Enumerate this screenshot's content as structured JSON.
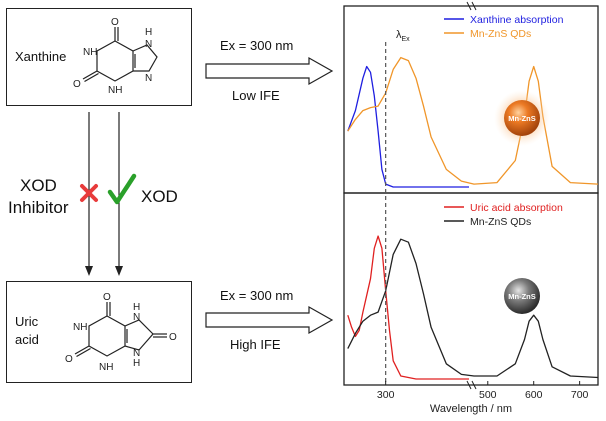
{
  "top_box": {
    "label": "Xanthine"
  },
  "bottom_box": {
    "label_line1": "Uric",
    "label_line2": "acid"
  },
  "top_arrow": {
    "ex_label": "Ex = 300 nm",
    "ife_label": "Low IFE"
  },
  "bottom_arrow": {
    "ex_label": "Ex = 300 nm",
    "ife_label": "High IFE"
  },
  "middle": {
    "inhibitor_line1": "XOD",
    "inhibitor_line2": "Inhibitor",
    "xod_label": "XOD"
  },
  "atoms": {
    "O": "O",
    "NH": "NH",
    "N": "N",
    "H": "H"
  },
  "particle_labels": {
    "top": "Mn-ZnS",
    "bottom": "Mn-ZnS"
  },
  "colors": {
    "absorption_top": "#1f1fe0",
    "absorption_bottom": "#e02020",
    "qd_top": "#f0962a",
    "qd_bottom": "#222222",
    "cross": "#e83b3b",
    "check": "#2aa02a",
    "orange_particle": "#e86a1c",
    "grey_particle": "#555555"
  },
  "chart_data": {
    "type": "line",
    "xlabel": "Wavelength / nm",
    "x_ticks": [
      "300",
      "500",
      "600",
      "700"
    ],
    "excitation_label": "λ",
    "excitation_sub": "Ex",
    "excitation_nm": 300,
    "panels": [
      {
        "position": "top",
        "series": [
          {
            "name": "Xanthine absorption",
            "color": "#1f1fe0",
            "x": [
              250,
              260,
              270,
              275,
              280,
              285,
              290,
              295,
              300,
              310,
              320,
              340,
              380,
              410
            ],
            "y": [
              0.38,
              0.52,
              0.74,
              0.82,
              0.78,
              0.62,
              0.38,
              0.12,
              0.02,
              0.0,
              0.0,
              0.0,
              0.0,
              0.0
            ]
          },
          {
            "name": "Mn-ZnS QDs",
            "color": "#f0962a",
            "x": [
              250,
              260,
              270,
              280,
              290,
              300,
              310,
              320,
              330,
              340,
              350,
              360,
              380,
              400,
              470,
              520,
              560,
              580,
              590,
              600,
              610,
              620,
              640,
              680,
              740
            ],
            "y": [
              0.38,
              0.46,
              0.52,
              0.54,
              0.55,
              0.64,
              0.8,
              0.88,
              0.86,
              0.74,
              0.55,
              0.34,
              0.12,
              0.04,
              0.02,
              0.03,
              0.18,
              0.48,
              0.72,
              0.82,
              0.72,
              0.48,
              0.14,
              0.03,
              0.02
            ]
          }
        ]
      },
      {
        "position": "bottom",
        "series": [
          {
            "name": "Uric acid absorption",
            "color": "#e02020",
            "x": [
              250,
              255,
              260,
              265,
              270,
              280,
              285,
              290,
              295,
              300,
              305,
              310,
              320,
              340,
              380,
              410
            ],
            "y": [
              0.42,
              0.34,
              0.28,
              0.32,
              0.44,
              0.66,
              0.86,
              0.94,
              0.86,
              0.58,
              0.32,
              0.12,
              0.02,
              0.0,
              0.0,
              0.0
            ]
          },
          {
            "name": "Mn-ZnS QDs",
            "color": "#222222",
            "x": [
              250,
              260,
              270,
              280,
              290,
              300,
              310,
              320,
              330,
              340,
              350,
              360,
              380,
              400,
              470,
              520,
              560,
              580,
              590,
              600,
              610,
              620,
              640,
              680,
              740
            ],
            "y": [
              0.2,
              0.3,
              0.38,
              0.42,
              0.44,
              0.58,
              0.82,
              0.92,
              0.9,
              0.76,
              0.56,
              0.34,
              0.1,
              0.03,
              0.02,
              0.02,
              0.1,
              0.26,
              0.38,
              0.42,
              0.38,
              0.26,
              0.08,
              0.02,
              0.01
            ]
          }
        ]
      }
    ]
  }
}
